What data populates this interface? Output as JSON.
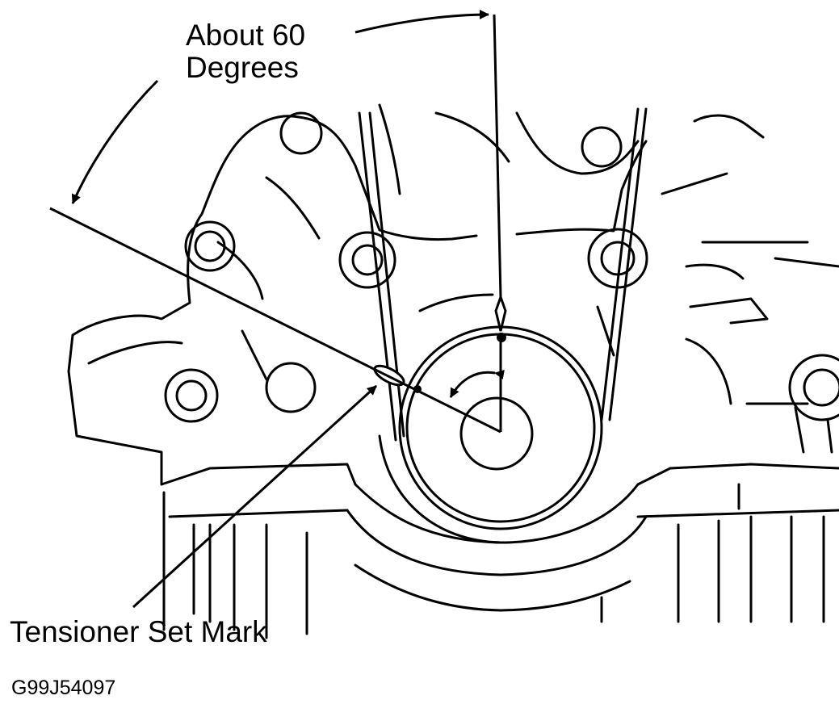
{
  "labels": {
    "angle_line1": "About 60",
    "angle_line2": "Degrees",
    "tensioner_mark": "Tensioner Set Mark",
    "figure_id": "G99J54097"
  },
  "colors": {
    "ink": "#000000",
    "background": "#ffffff"
  }
}
